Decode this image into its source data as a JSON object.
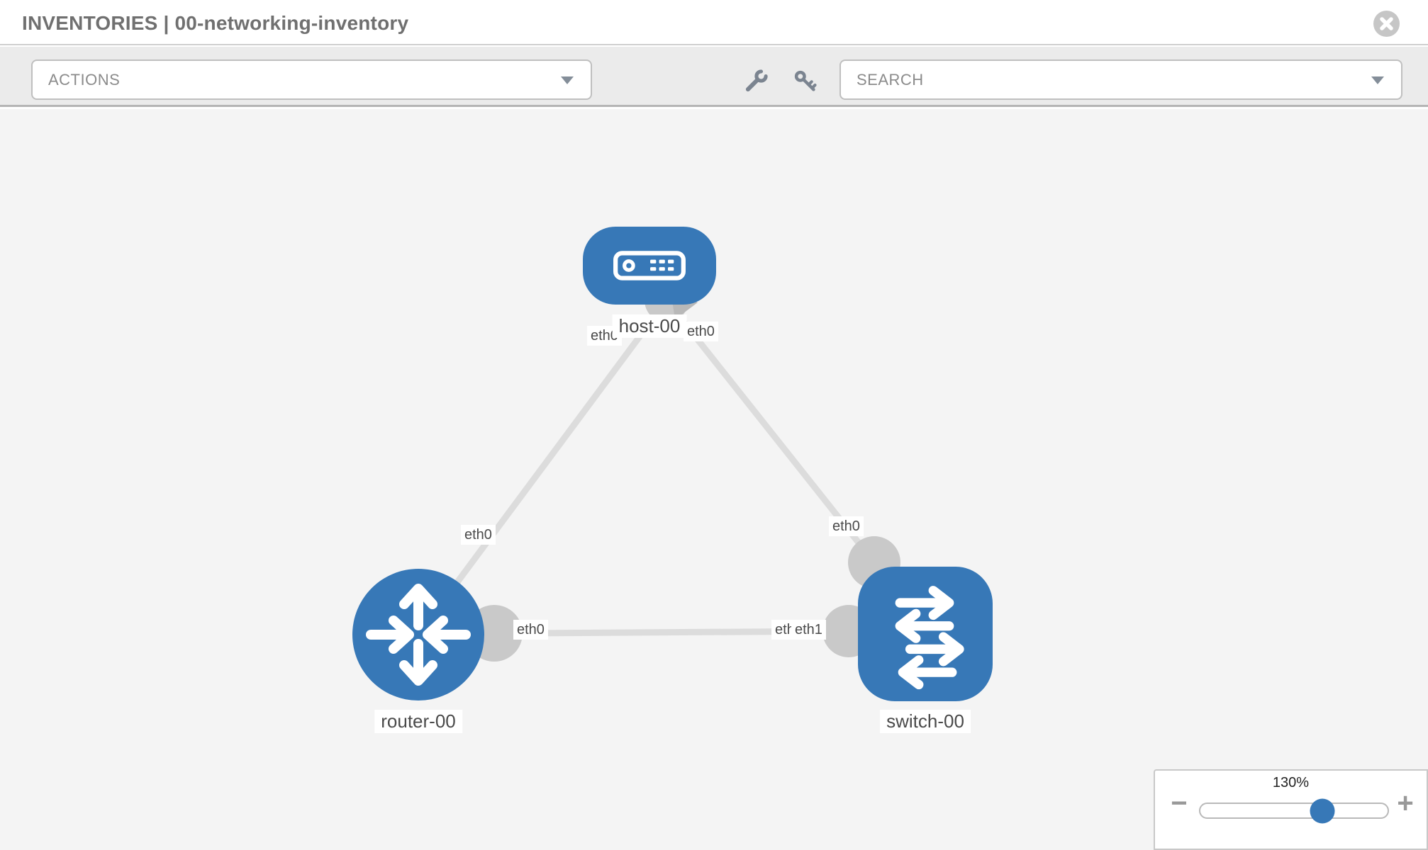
{
  "header": {
    "title": "INVENTORIES | 00-networking-inventory"
  },
  "toolbar": {
    "actions_label": "ACTIONS",
    "search_label": "SEARCH"
  },
  "canvas": {
    "nodes": {
      "host": {
        "label": "host-00",
        "type": "host"
      },
      "router": {
        "label": "router-00",
        "type": "router"
      },
      "switch": {
        "label": "switch-00",
        "type": "switch"
      }
    },
    "interface_labels": {
      "host_to_router_host_end": "eth0",
      "host_to_switch_host_end": "eth0",
      "host_to_router_mid": "eth0",
      "host_to_switch_mid": "eth0",
      "router_to_switch_router_end": "eth0",
      "router_to_switch_switch_end_back": "eth0",
      "router_to_switch_switch_end_front": "eth1"
    }
  },
  "zoom_control": {
    "level": "130%",
    "minus_label": "−",
    "plus_label": "+",
    "slider_position_pct": 65
  },
  "colors": {
    "node_blue": "#3778b7",
    "link_gray": "#dcdcdc",
    "dot_gray": "#c9c9c9",
    "arrowhead_gray": "#b8b8b8",
    "canvas_bg": "#f4f4f4",
    "toolbar_bg": "#ebebeb",
    "title_gray": "#707070"
  }
}
